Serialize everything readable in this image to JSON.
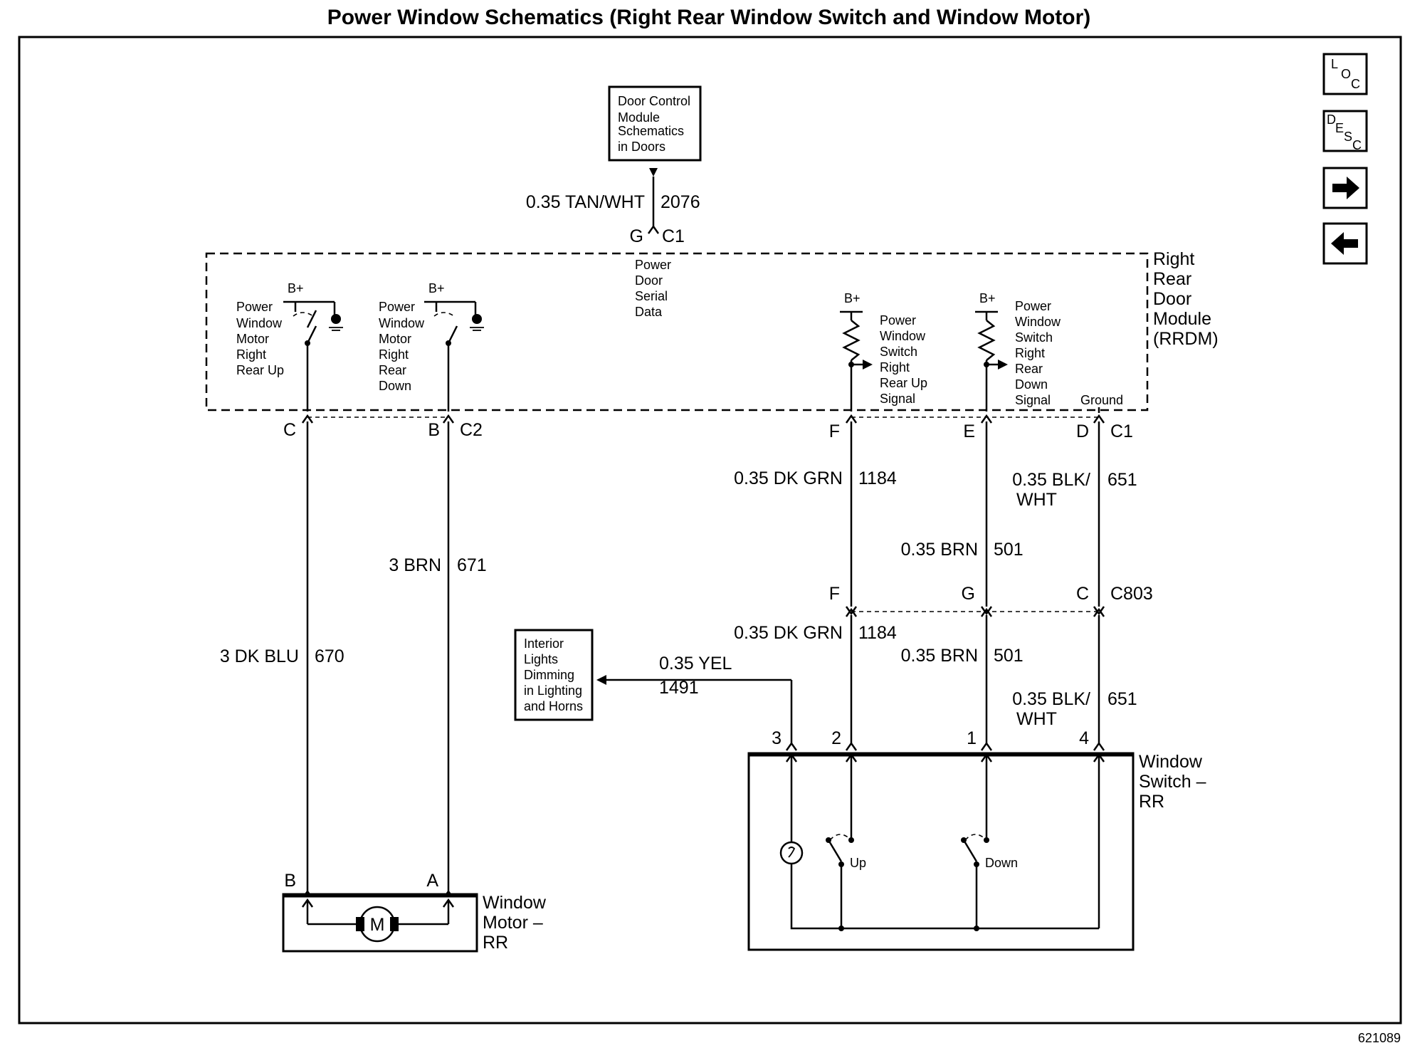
{
  "title": "Power Window Schematics (Right Rear Window Switch and Window Motor)",
  "figure_number": "621089",
  "nav": {
    "loc": {
      "main": "L",
      "sub1": "O",
      "sub2": "C"
    },
    "desc": {
      "main": "D",
      "sub1": "E",
      "sub2": "S",
      "sub3": "C"
    },
    "next": "➔",
    "prev": "🡐"
  },
  "dcm_box": [
    "Door Control",
    "Module",
    "Schematics",
    "in Doors"
  ],
  "top_wire": {
    "gauge_color": "0.35 TAN/WHT",
    "circuit": "2076"
  },
  "top_conn": {
    "pin": "G",
    "conn": "C1"
  },
  "serial_data": [
    "Power",
    "Door",
    "Serial",
    "Data"
  ],
  "module_label": [
    "Right",
    "Rear",
    "Door",
    "Module",
    "(RRDM)"
  ],
  "bplus": "B+",
  "int_motor_up": [
    "Power",
    "Window",
    "Motor",
    "Right",
    "Rear Up"
  ],
  "int_motor_down": [
    "Power",
    "Window",
    "Motor",
    "Right",
    "Rear",
    "Down"
  ],
  "int_sw_up": [
    "Power",
    "Window",
    "Switch",
    "Right",
    "Rear Up",
    "Signal"
  ],
  "int_sw_down": [
    "Power",
    "Window",
    "Switch",
    "Right",
    "Rear",
    "Down",
    "Signal"
  ],
  "ground_label": "Ground",
  "conn_c2": {
    "pin_c": "C",
    "pin_b": "B",
    "name": "C2"
  },
  "conn_c1": {
    "pin_f": "F",
    "pin_e": "E",
    "pin_d": "D",
    "name": "C1"
  },
  "wires": {
    "w670": {
      "gauge_color": "3 DK BLU",
      "circuit": "670"
    },
    "w671": {
      "gauge_color": "3 BRN",
      "circuit": "671"
    },
    "w1184_upper": {
      "gauge_color": "0.35 DK GRN",
      "circuit": "1184"
    },
    "w501_upper": {
      "gauge_color": "0.35 BRN",
      "circuit": "501"
    },
    "w651_upper": {
      "gauge_color_1": "0.35 BLK/",
      "gauge_color_2": "WHT",
      "circuit": "651"
    },
    "w1184_lower": {
      "gauge_color": "0.35 DK GRN",
      "circuit": "1184"
    },
    "w501_lower": {
      "gauge_color": "0.35 BRN",
      "circuit": "501"
    },
    "w651_lower": {
      "gauge_color_1": "0.35 BLK/",
      "gauge_color_2": "WHT",
      "circuit": "651"
    },
    "w1491": {
      "gauge_color": "0.35 YEL",
      "circuit": "1491"
    }
  },
  "c803": {
    "pin_f": "F",
    "pin_g": "G",
    "pin_c": "C",
    "name": "C803"
  },
  "interior_box": [
    "Interior",
    "Lights",
    "Dimming",
    "in Lighting",
    "and Horns"
  ],
  "switch_pins": {
    "p3": "3",
    "p2": "2",
    "p1": "1",
    "p4": "4"
  },
  "switch_label": [
    "Window",
    "Switch –",
    "RR"
  ],
  "switch_up": "Up",
  "switch_down": "Down",
  "motor_pins": {
    "pb": "B",
    "pa": "A"
  },
  "motor_symbol": "M",
  "motor_label": [
    "Window",
    "Motor –",
    "RR"
  ]
}
